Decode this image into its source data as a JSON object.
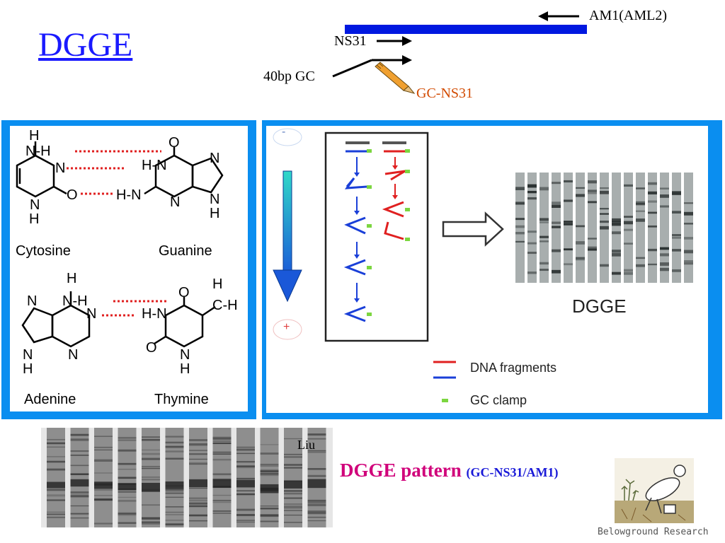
{
  "title": "DGGE",
  "primers": {
    "am1": "AM1(AML2)",
    "ns31": "NS31",
    "gc40": "40bp GC",
    "gcns31": "GC-NS31"
  },
  "base_pairs": {
    "cytosine": "Cytosine",
    "guanine": "Guanine",
    "adenine": "Adenine",
    "thymine": "Thymine"
  },
  "dgge_panel": {
    "minus": "-",
    "plus": "+",
    "gel_label": "DGGE",
    "legend_fragments": "DNA fragments",
    "legend_clamp": "GC clamp"
  },
  "gel_photo": {
    "author": "Liu"
  },
  "pattern": {
    "main": "DGGE pattern",
    "sub": "(GC-NS31/AM1)"
  },
  "logo_caption": "Belowground Research",
  "colors": {
    "title": "#1a1aff",
    "bar": "#0018e0",
    "panel_border": "#0a8ef0",
    "gcns31": "#d24a00",
    "pattern": "#d0007a",
    "fragment_blue": "#1a3fd8",
    "fragment_red": "#e02020",
    "clamp_green": "#7cd640"
  }
}
